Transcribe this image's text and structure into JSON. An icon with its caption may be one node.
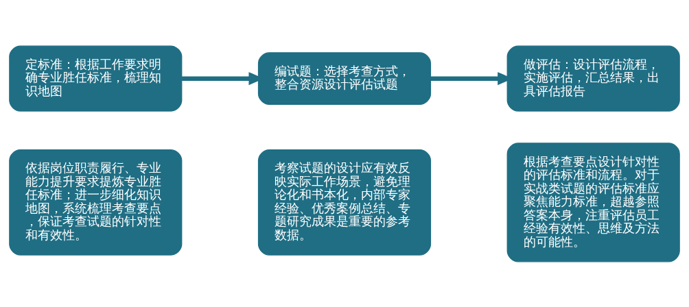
{
  "diagram": {
    "nodes": [
      {
        "text": [
          "定标准：根据工作要求明确专业胜任标准，梳理知识地图"
        ]
      },
      {
        "text": [
          "编试题：选择考查方式，整合资源设计评估试题"
        ]
      },
      {
        "text": [
          "做评估：设计评估流程，实施评估，汇总结果，出具评估报告"
        ]
      },
      {
        "text": [
          "依据岗位职责履行、专业能力提升要求提炼专业胜任标准；进一步细化知识地图，系统梳理考查要点，保证考查试题的针对性和有效性。"
        ]
      },
      {
        "text": [
          "考察试题的设计应有效反映实际工作场景，避免理论化和书本化，内部专家经验、优秀案例总结、专题研究成果是重要的参考数据。"
        ]
      },
      {
        "text": [
          "根据考查要点设计针对性的评估标准和流程。对于实战类试题的评估标准应聚焦能力标准，超越参照答案本身，注重评估员工经验有效性、思维及方法的可能性。"
        ]
      }
    ],
    "edges": [
      {
        "from": 0,
        "to": 1,
        "arrow": "to"
      },
      {
        "from": 1,
        "to": 2,
        "arrow": "to"
      }
    ]
  }
}
